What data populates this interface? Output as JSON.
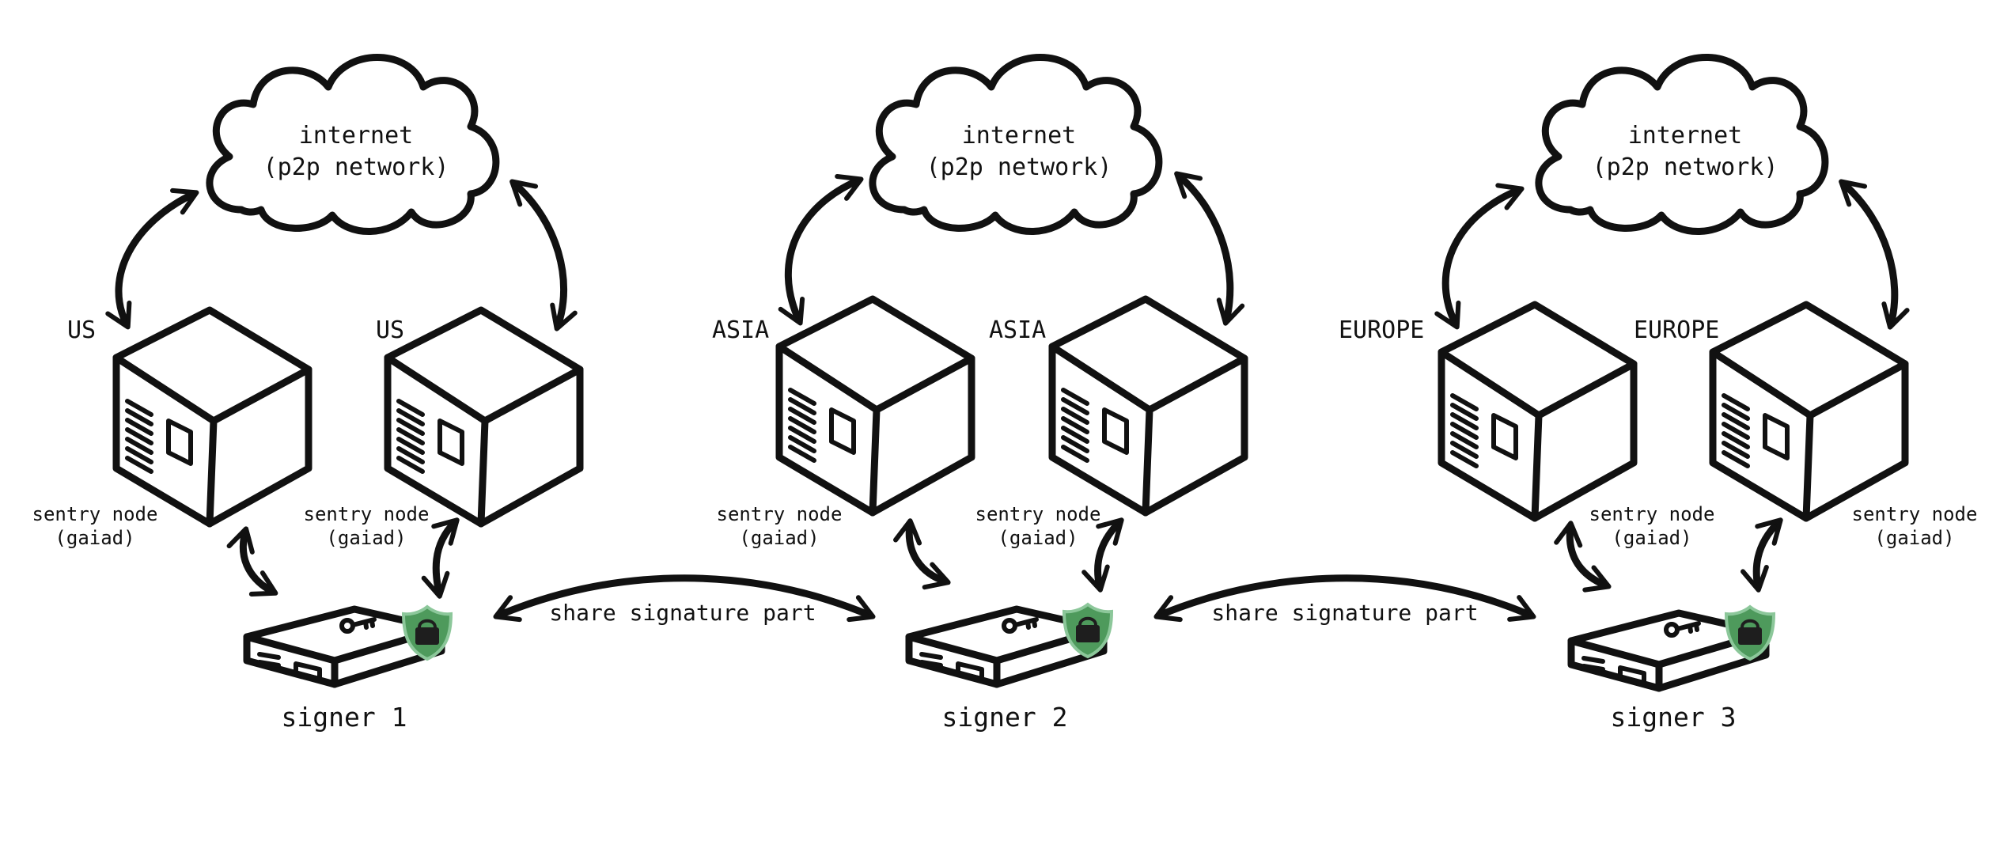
{
  "colors": {
    "ink": "#111111",
    "shield": "#4e9a5c",
    "shield_light": "#8cc79a",
    "background": "#ffffff"
  },
  "clusters": [
    {
      "cloud": {
        "line1": "internet",
        "line2": "(p2p network)"
      },
      "regions": [
        "US",
        "US"
      ],
      "sentries": [
        {
          "line1": "sentry node",
          "line2": "(gaiad)"
        },
        {
          "line1": "sentry node",
          "line2": "(gaiad)"
        }
      ],
      "signer": "signer 1"
    },
    {
      "cloud": {
        "line1": "internet",
        "line2": "(p2p network)"
      },
      "regions": [
        "ASIA",
        "ASIA"
      ],
      "sentries": [
        {
          "line1": "sentry node",
          "line2": "(gaiad)"
        },
        {
          "line1": "sentry node",
          "line2": "(gaiad)"
        }
      ],
      "signer": "signer 2"
    },
    {
      "cloud": {
        "line1": "internet",
        "line2": "(p2p network)"
      },
      "regions": [
        "EUROPE",
        "EUROPE"
      ],
      "sentries": [
        {
          "line1": "sentry node",
          "line2": "(gaiad)"
        },
        {
          "line1": "sentry node",
          "line2": "(gaiad)"
        }
      ],
      "signer": "signer 3"
    }
  ],
  "links": [
    {
      "label": "share signature part"
    },
    {
      "label": "share signature part"
    }
  ]
}
